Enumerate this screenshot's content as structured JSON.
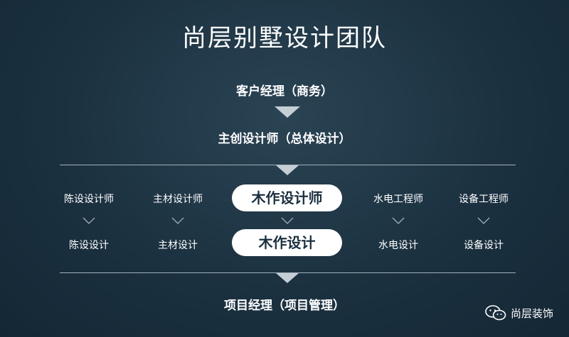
{
  "title": "尚层别墅设计团队",
  "levels": {
    "account_manager": "客户经理（商务）",
    "chief_designer": "主创设计师（总体设计）",
    "project_manager": "项目经理（项目管理）"
  },
  "roles": [
    {
      "title": "陈设设计师",
      "task": "陈设设计"
    },
    {
      "title": "主材设计师",
      "task": "主材设计"
    },
    {
      "title": "木作设计师",
      "task": "木作设计",
      "highlighted": true
    },
    {
      "title": "水电工程师",
      "task": "水电设计"
    },
    {
      "title": "设备工程师",
      "task": "设备设计"
    }
  ],
  "watermark": {
    "icon": "wechat-icon",
    "text": "尚层装饰"
  },
  "colors": {
    "background": "#1b3140",
    "accent": "#c5ced4",
    "pill": "#ffffff"
  }
}
